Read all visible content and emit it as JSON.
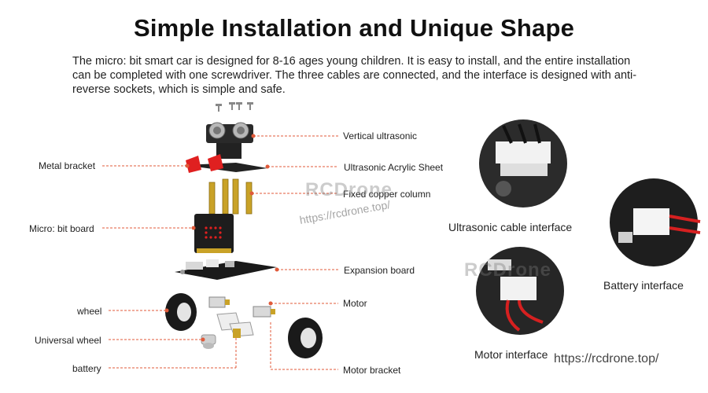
{
  "heading": "Simple Installation and Unique Shape",
  "description": "The micro: bit smart car is designed for 8-16 ages young children. It is easy to install, and the entire installation can be completed with one screwdriver. The three cables are connected, and the interface is designed with anti-reverse sockets, which is simple and safe.",
  "parts_left": {
    "metal_bracket": "Metal bracket",
    "microbit_board": "Micro: bit board",
    "wheel": "wheel",
    "universal_wheel": "Universal wheel",
    "battery": "battery"
  },
  "parts_right": {
    "vertical_ultrasonic": "Vertical ultrasonic",
    "acrylic_sheet": "Ultrasonic Acrylic Sheet",
    "copper_column": "Fixed copper column",
    "expansion_board": "Expansion board",
    "motor": "Motor",
    "motor_bracket": "Motor bracket"
  },
  "interfaces": {
    "ultrasonic_cable": "Ultrasonic cable interface",
    "battery": "Battery interface",
    "motor": "Motor interface"
  },
  "watermarks": {
    "brand_center": "RCDrone",
    "url_center": "https://rcdrone.top/",
    "brand_right": "RCDrone",
    "url_bottom": "https://rcdrone.top/"
  },
  "colors": {
    "leader_line": "#e05a3a",
    "board_dark": "#1c1c1c",
    "bracket_red": "#e02020",
    "copper": "#c9a227"
  }
}
